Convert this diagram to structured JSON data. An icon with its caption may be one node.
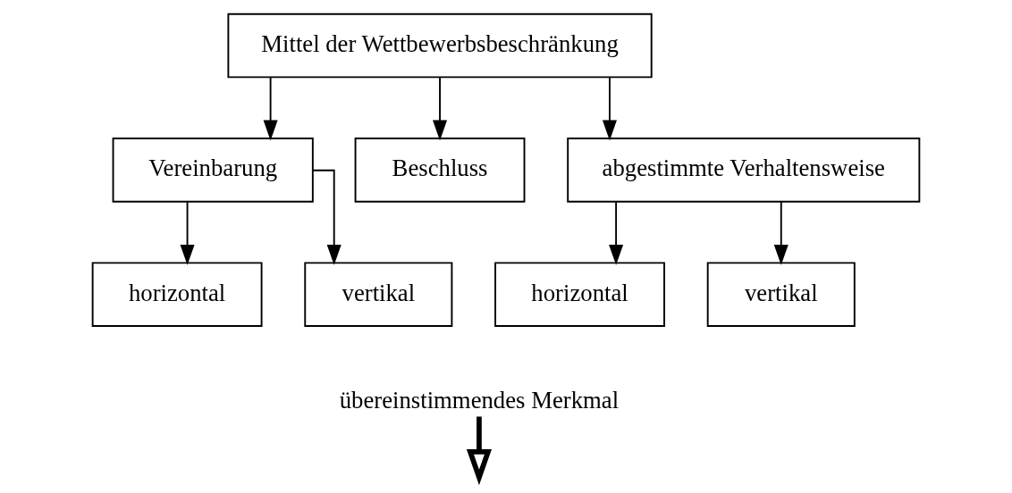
{
  "diagram": {
    "nodes": [
      {
        "text": [
          "Mittel der Wettbewerbsbeschränkung"
        ]
      },
      {
        "text": [
          "Vereinbarung"
        ]
      },
      {
        "text": [
          "Beschluss"
        ]
      },
      {
        "text": [
          "abgestimmte Verhaltensweise"
        ]
      },
      {
        "text": [
          "horizontal"
        ]
      },
      {
        "text": [
          "vertikal"
        ]
      },
      {
        "text": [
          "horizontal"
        ]
      },
      {
        "text": [
          "vertikal"
        ]
      },
      {
        "text": [
          "übereinstimmendes Merkmal"
        ]
      }
    ],
    "edges": [
      {
        "from": 0,
        "to": 1,
        "arrow": "to"
      },
      {
        "from": 0,
        "to": 2,
        "arrow": "to"
      },
      {
        "from": 0,
        "to": 3,
        "arrow": "to"
      },
      {
        "from": 1,
        "to": 4,
        "arrow": "to"
      },
      {
        "from": 1,
        "to": 5,
        "arrow": "to"
      },
      {
        "from": 3,
        "to": 6,
        "arrow": "to"
      },
      {
        "from": 3,
        "to": 7,
        "arrow": "to"
      },
      {
        "from": 8,
        "to": null,
        "arrow": "to",
        "style": "thick"
      }
    ]
  }
}
